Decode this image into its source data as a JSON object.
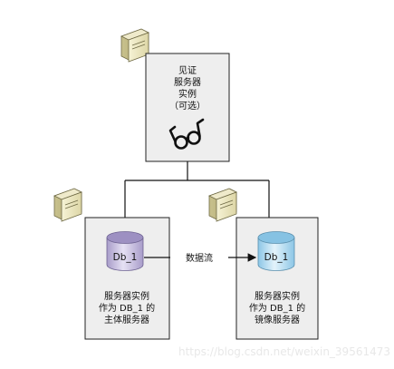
{
  "witness": {
    "lines": [
      "见证",
      "服务器",
      "实例",
      "（可选）"
    ],
    "icon": "glasses-icon"
  },
  "principal": {
    "database": "Db_1",
    "lines": [
      "服务器实例",
      "作为 DB_1 的",
      "主体服务器"
    ]
  },
  "mirror": {
    "database": "Db_1",
    "lines": [
      "服务器实例",
      "作为 DB_1 的",
      "镜像服务器"
    ]
  },
  "data_flow_label": "数据流",
  "watermark": "https://blog.csdn.net/weixin_39561473",
  "colors": {
    "box_fill": "#eeeeee",
    "box_border": "#222222",
    "principal_db": "#c7bfe0",
    "mirror_db": "#bfe2f4",
    "server_body": "#ece7bf"
  }
}
